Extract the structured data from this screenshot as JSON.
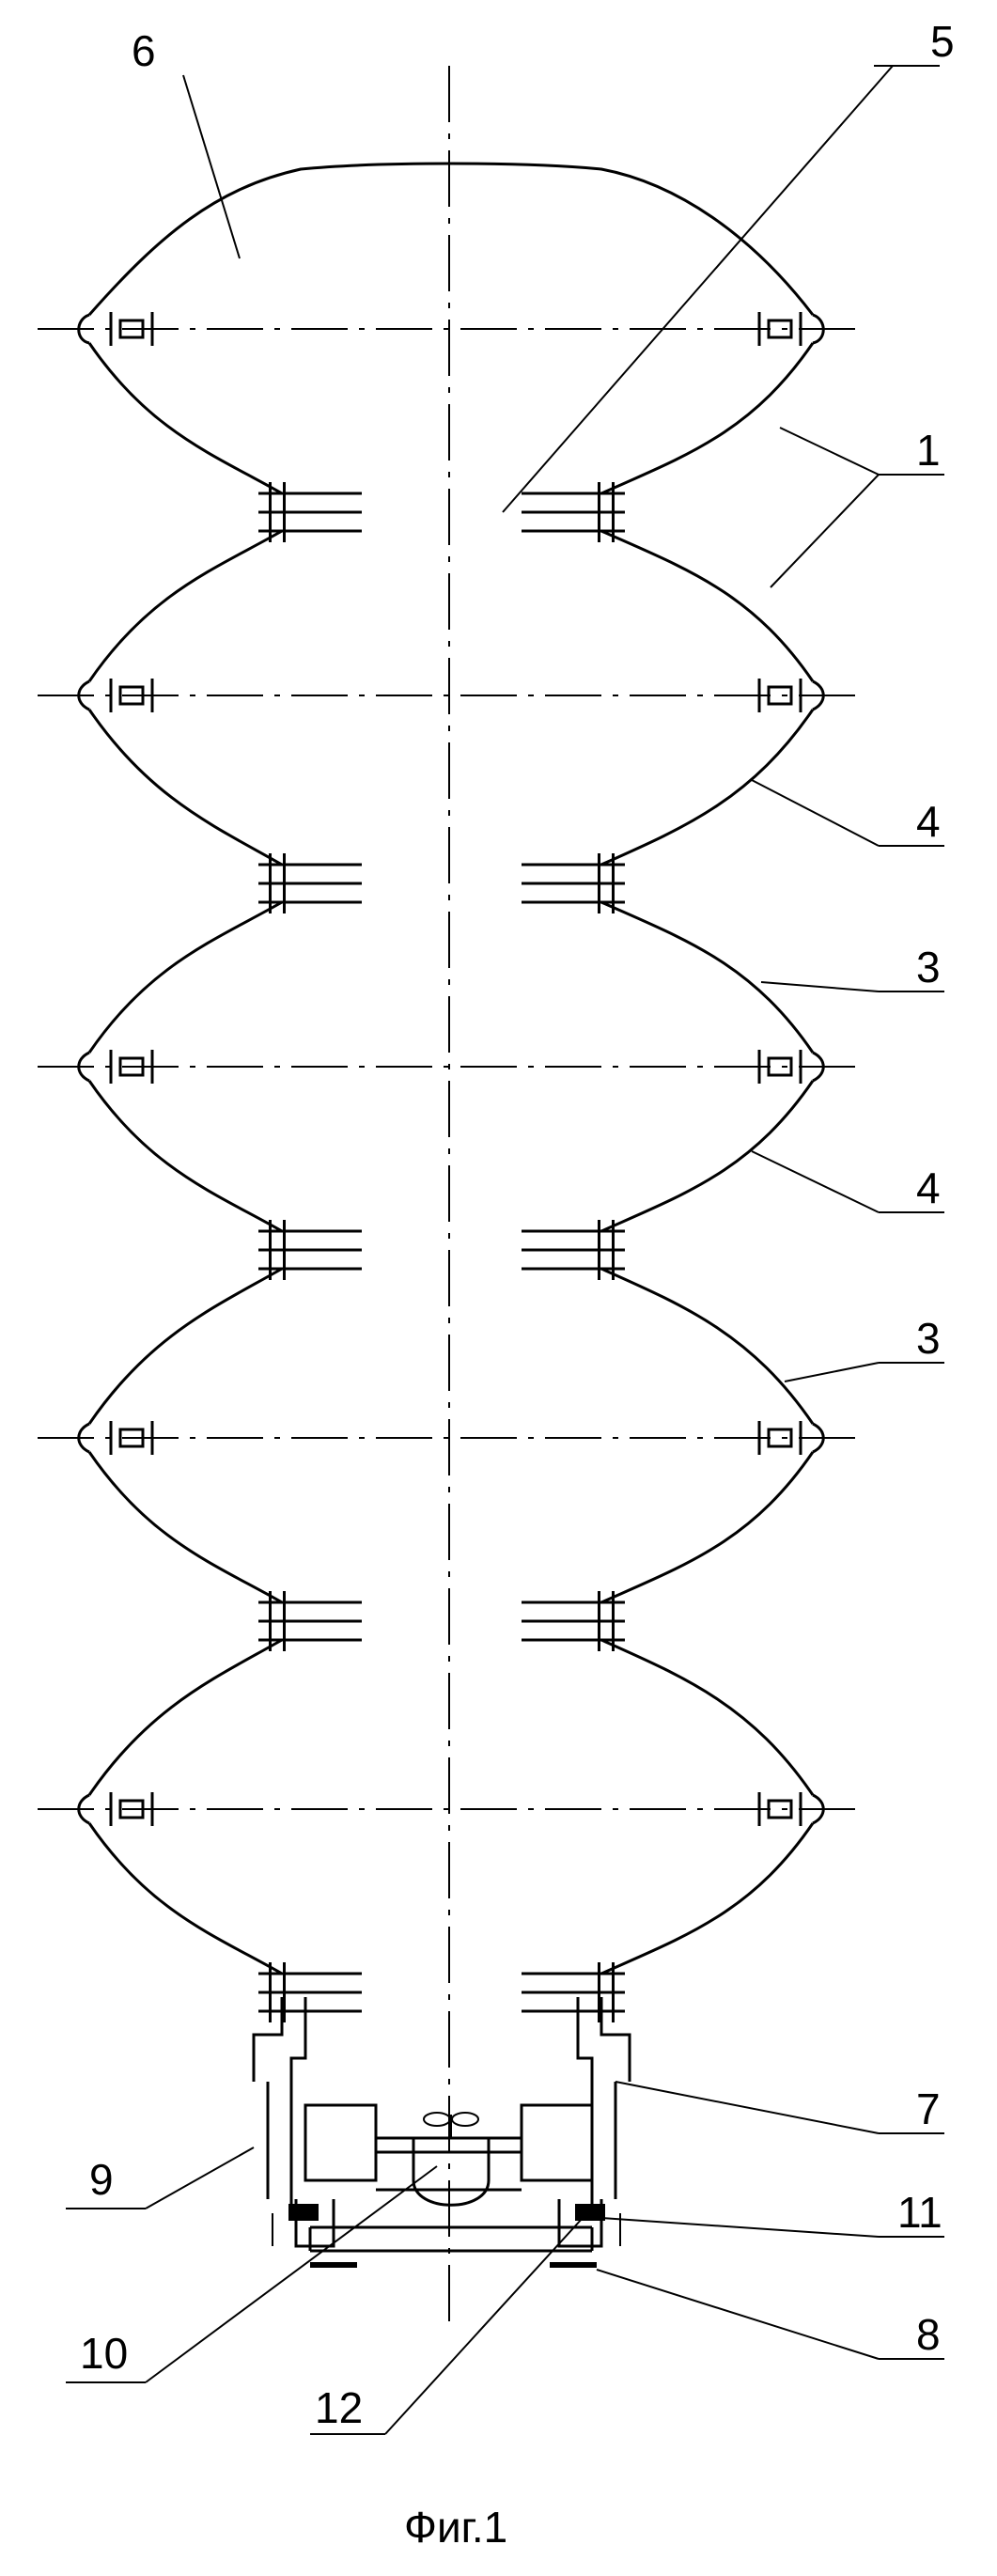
{
  "figure": {
    "caption": "Фиг.1"
  },
  "callouts": [
    {
      "id": "c6a",
      "text": "6"
    },
    {
      "id": "c5",
      "text": "5"
    },
    {
      "id": "c1",
      "text": "1"
    },
    {
      "id": "c4a",
      "text": "4"
    },
    {
      "id": "c3a",
      "text": "3"
    },
    {
      "id": "c4b",
      "text": "4"
    },
    {
      "id": "c3b",
      "text": "3"
    },
    {
      "id": "c7",
      "text": "7"
    },
    {
      "id": "c9",
      "text": "9"
    },
    {
      "id": "c11",
      "text": "11"
    },
    {
      "id": "c10",
      "text": "10"
    },
    {
      "id": "c8",
      "text": "8"
    },
    {
      "id": "c12",
      "text": "12"
    }
  ]
}
